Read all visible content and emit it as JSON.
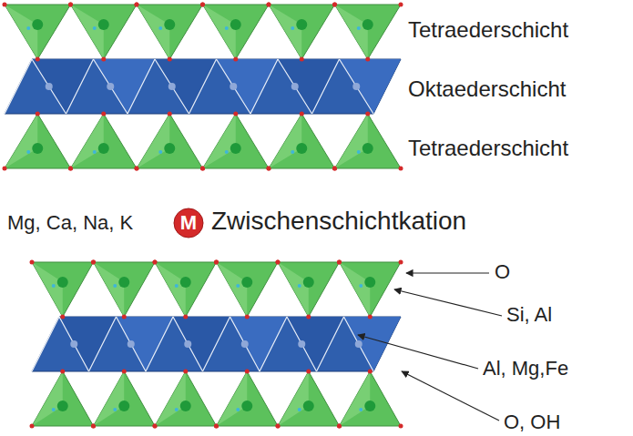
{
  "diagram": {
    "nodes": [
      {
        "text": [
          "M"
        ]
      }
    ],
    "labels": [
      "Tetraederschicht",
      "Oktaederschicht",
      "Tetraederschicht",
      "Mg, Ca, Na, K",
      "Zwischenschichtkation",
      "O",
      "Si, Al",
      "Al, Mg,Fe",
      "O, OH"
    ]
  }
}
